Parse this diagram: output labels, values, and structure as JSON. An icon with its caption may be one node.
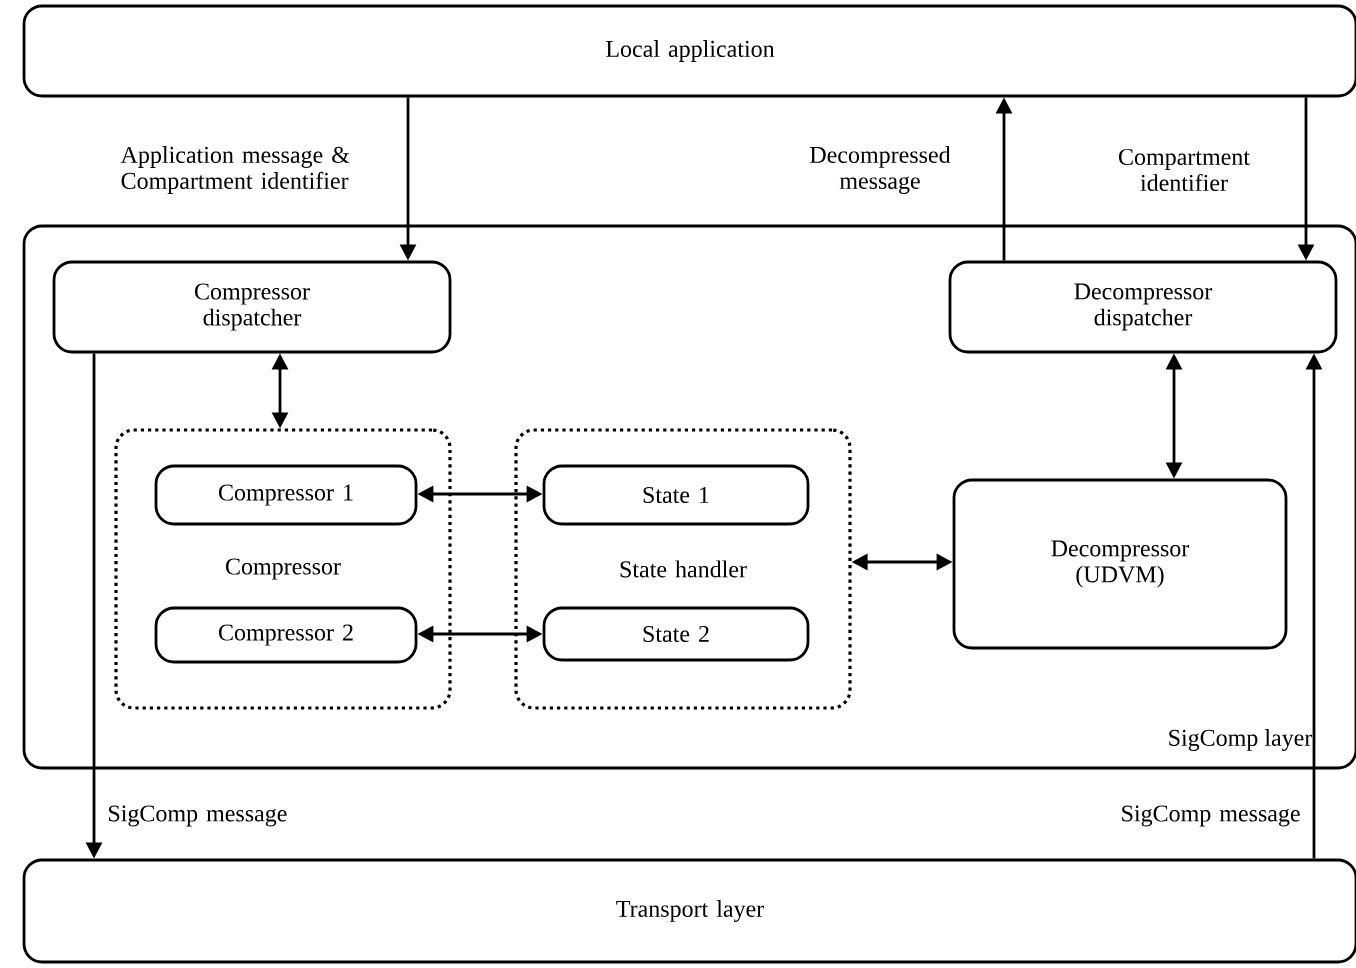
{
  "diagram": {
    "nodes": [
      {
        "text": [
          "Local application"
        ]
      },
      {
        "text": [
          "SigComp layer"
        ]
      },
      {
        "text": [
          "Compressor dispatcher"
        ],
        "in": 1
      },
      {
        "text": [
          "Decompressor dispatcher"
        ],
        "in": 1
      },
      {
        "text": [
          "Compressor"
        ],
        "in": 1
      },
      {
        "text": [
          "Compressor 1"
        ],
        "in": 4
      },
      {
        "text": [
          "Compressor 2"
        ],
        "in": 4
      },
      {
        "text": [
          "State handler"
        ],
        "in": 1
      },
      {
        "text": [
          "State 1"
        ],
        "in": 7
      },
      {
        "text": [
          "State 2"
        ],
        "in": 7
      },
      {
        "text": [
          "Decompressor (UDVM)"
        ],
        "in": 1
      },
      {
        "text": [
          "Transport layer"
        ]
      }
    ],
    "edges": [
      {
        "from": 0,
        "to": 2,
        "arrow": "to",
        "label": "Application message & Compartment identifier"
      },
      {
        "from": 3,
        "to": 0,
        "arrow": "to",
        "label": "Decompressed message"
      },
      {
        "from": 0,
        "to": 3,
        "arrow": "to",
        "label": "Compartment identifier"
      },
      {
        "from": 2,
        "to": 4,
        "arrow": "both"
      },
      {
        "from": 5,
        "to": 8,
        "arrow": "both"
      },
      {
        "from": 6,
        "to": 9,
        "arrow": "both"
      },
      {
        "from": 7,
        "to": 10,
        "arrow": "both"
      },
      {
        "from": 3,
        "to": 10,
        "arrow": "both"
      },
      {
        "from": 2,
        "to": 11,
        "arrow": "to",
        "label": "SigComp message"
      },
      {
        "from": 11,
        "to": 3,
        "arrow": "to",
        "label": "SigComp message"
      }
    ]
  }
}
